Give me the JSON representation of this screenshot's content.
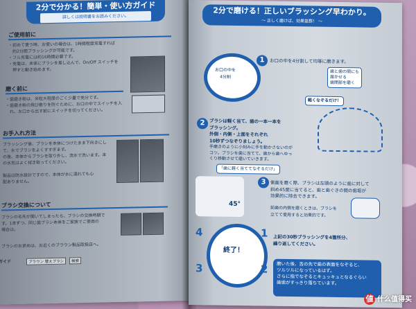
{
  "left_page": {
    "header_title": "2分で分かる！簡単・使い方ガイド",
    "header_sub": "詳しくは説明書をお読みください。",
    "s1_title": "ご使用前に",
    "s1_text": "・初めて使う時、お使いの場合は、1時間程度充電すれば\n　約2分間ブラッシングが可能です。\n・フル充電には約16時間必要です。\n・充電は、本体にブラシを差し込んで、On/Off スイッチを\n　押すと動き始めます。",
    "s2_title": "磨く前に",
    "s2_text": "・歯磨き粉は、米粒大程度のごく少量で充分です。\n・歯磨き粉の飛び散りを防ぐために、お口の中でスイッチを入\n　れ、お口から出す前にスイッチを切ってください。",
    "s3_title": "お手入れ方法",
    "s3_text": "ブラッシング後、ブラシを本体につけたまま下向きにし\nて、水でブラシをよくすすぎます。\nの後、本体からブラシを取り外し、流水で洗います。本\nの水気はよく拭き取ってください。\n\n製品は防水設計ですので、本体が水に濡れても心\n配ありません。",
    "s4_title": "ブラシ交換について",
    "s4_text": "ブラシの毛先が開いてしまったら、ブラシの交換時期で\nす。1本ずつ、同じ歯ブラシ本体をご家族でご使用の\n場合は。",
    "s4_text2": "ブラシのお求めは、お近くのブラウン製品取扱店へ。",
    "guide_label": "ガイド",
    "tag1": "ブラウン 替えブラシ",
    "tag2": "検索"
  },
  "right_page": {
    "header_title": "2分で磨ける！正しいブラッシング早わかり。",
    "header_sub": "〜 正しく磨けば、効果抜群！ 〜",
    "step1_text": "お口の中を4分割して均等に磨きます。",
    "step1_bubble": "歯と歯の間にも\n届かせる\n歯間部を磨く",
    "arch_label": "お口の中を\n4分割",
    "step2_text": "ブラシは軽く当て、歯の一本一本を\nブラッシング。\n外側・内側・上面をそれぞれ\n10秒ずつなぞりましょう。",
    "step2_note": "手磨きのように小刻みに手を動かさないのが\nコツ。ブラシを歯に当てて、歯から歯へゆっ\nくり移動させて磨いていきます。",
    "step2_bubble": "「歯に軽く当ててなぞるだけ」",
    "trace_label": "軽くなぞるだけ！",
    "step3_text": "側面を磨く際、ブラシは左頭のように歯に対して\n斜め45度に当てると、歯と歯ぐきの間の歯垢が\n効果的に除去できます。",
    "step3_note": "前歯の内側を磨くときは、ブラシを\n立てて使用すると効果的です。",
    "angle_label": "45°",
    "step4_text": "上記の30秒ブラッシングを4箇所分、\n繰り返してください。",
    "done_label": "終了！",
    "quad_1": "1",
    "quad_2": "2",
    "quad_3": "3",
    "quad_4": "4",
    "step_1": "1",
    "step_2": "2",
    "step_3": "3",
    "tip_text": "磨いた後、舌の先で歯の表面をなぞると、\nツルツルになっているはず。\nさらに指でなぞるとキュッキュとなるぐらい\n歯垢がすっきり落ちています。"
  },
  "watermark": "什么值得买",
  "colors": {
    "accent": "#1f5fae",
    "page": "#d5dbe1",
    "fabric": "#c7a9c5"
  }
}
